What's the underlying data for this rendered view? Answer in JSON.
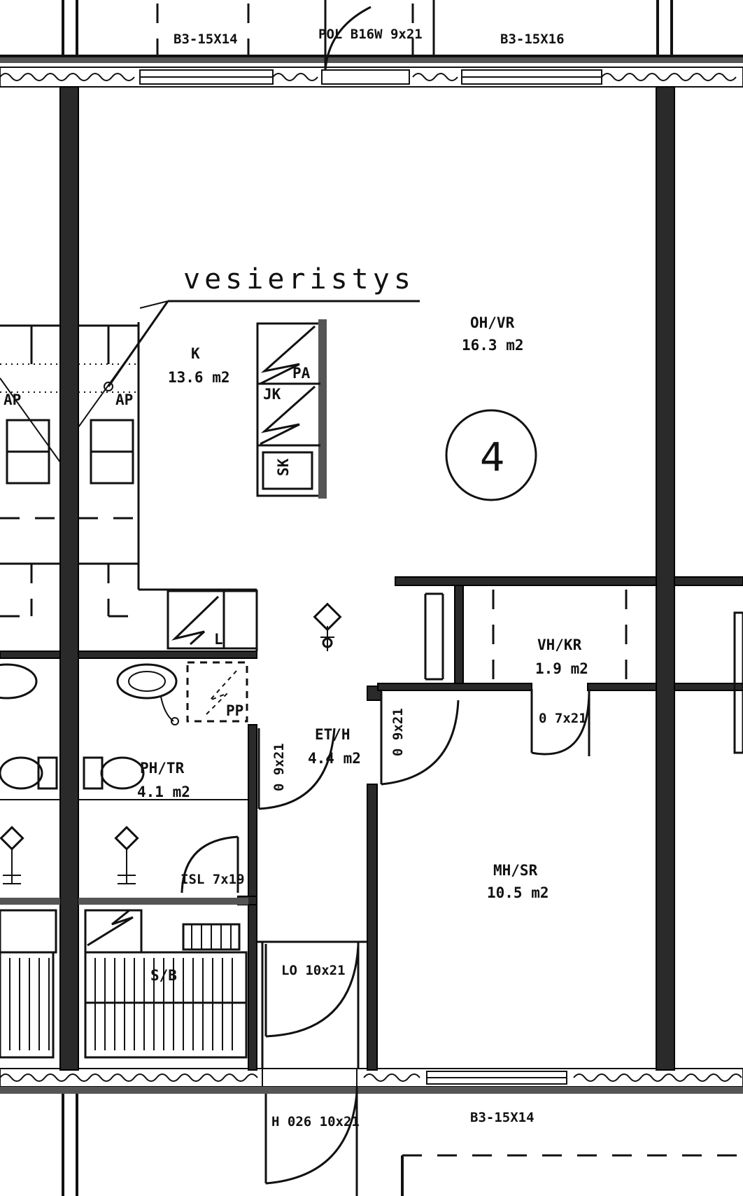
{
  "annotation": {
    "text": "vesieristys"
  },
  "apartment": {
    "number": "4"
  },
  "rooms": [
    {
      "code": "K",
      "area": "13.6 m2"
    },
    {
      "code": "OH/VR",
      "area": "16.3 m2"
    },
    {
      "code": "VH/KR",
      "area": "1.9 m2"
    },
    {
      "code": "ET/H",
      "area": "4.4 m2"
    },
    {
      "code": "PH/TR",
      "area": "4.1 m2"
    },
    {
      "code": "MH/SR",
      "area": "10.5 m2"
    },
    {
      "code": "S/B",
      "area": ""
    }
  ],
  "windows": {
    "top_left": "B3-15X14",
    "top_mid": "POL B16W 9x21",
    "top_right": "B3-15X16",
    "bottom": "B3-15X14"
  },
  "doors": {
    "closet": "0 7x21",
    "hall_left": "0 9x21",
    "hall_right": "0 9x21",
    "bath": "ISL 7x19",
    "storage": "LO 10x21",
    "entrance": "H 026 10x21"
  },
  "fixtures": {
    "fridge": "PA",
    "freezer": "JK",
    "cabinet": "SK",
    "ap_left": "AP",
    "ap_right": "AP",
    "laundry": "L",
    "pp": "PP"
  }
}
